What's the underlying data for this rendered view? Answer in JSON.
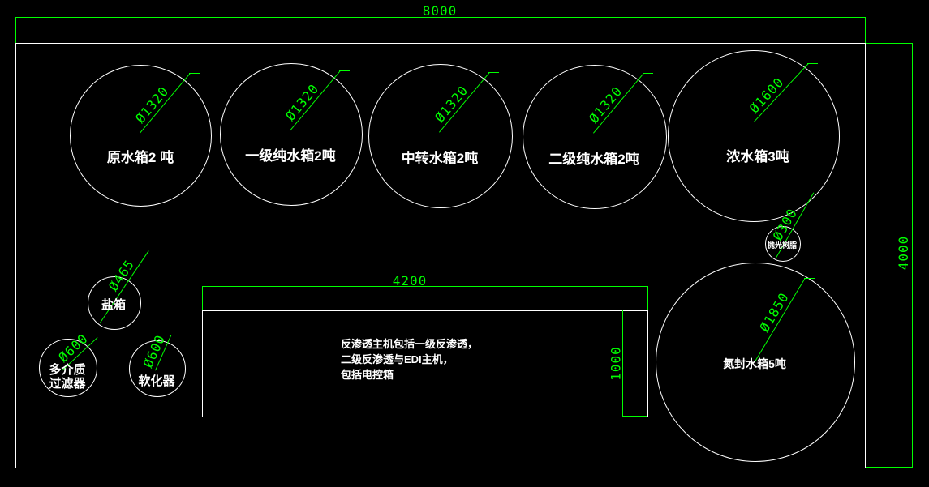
{
  "drawing": {
    "overall_width_dim": "8000",
    "overall_height_dim": "4000"
  },
  "tanks": [
    {
      "label": "原水箱2 吨",
      "dim": "Ø1320"
    },
    {
      "label": "一级纯水箱2吨",
      "dim": "Ø1320"
    },
    {
      "label": "中转水箱2吨",
      "dim": "Ø1320"
    },
    {
      "label": "二级纯水箱2吨",
      "dim": "Ø1320"
    },
    {
      "label": "浓水箱3吨",
      "dim": "Ø1600"
    },
    {
      "label": "抛光树脂",
      "dim": "Ø300"
    },
    {
      "label": "盐箱",
      "dim": "Ø465"
    },
    {
      "label_line1": "多介质",
      "label_line2": "过滤器",
      "dim": "Ø600"
    },
    {
      "label": "软化器",
      "dim": "Ø600"
    },
    {
      "label": "氮封水箱5吨",
      "dim": "Ø1850"
    }
  ],
  "ro_unit": {
    "width_dim": "4200",
    "height_dim": "1000",
    "desc_line1": "反渗透主机包括一级反渗透，",
    "desc_line2": "二级反渗透与EDI主机，",
    "desc_line3": "包括电控箱"
  },
  "colors": {
    "background": "#000000",
    "dimension_green": "#00ff00",
    "line_white": "#ffffff"
  }
}
